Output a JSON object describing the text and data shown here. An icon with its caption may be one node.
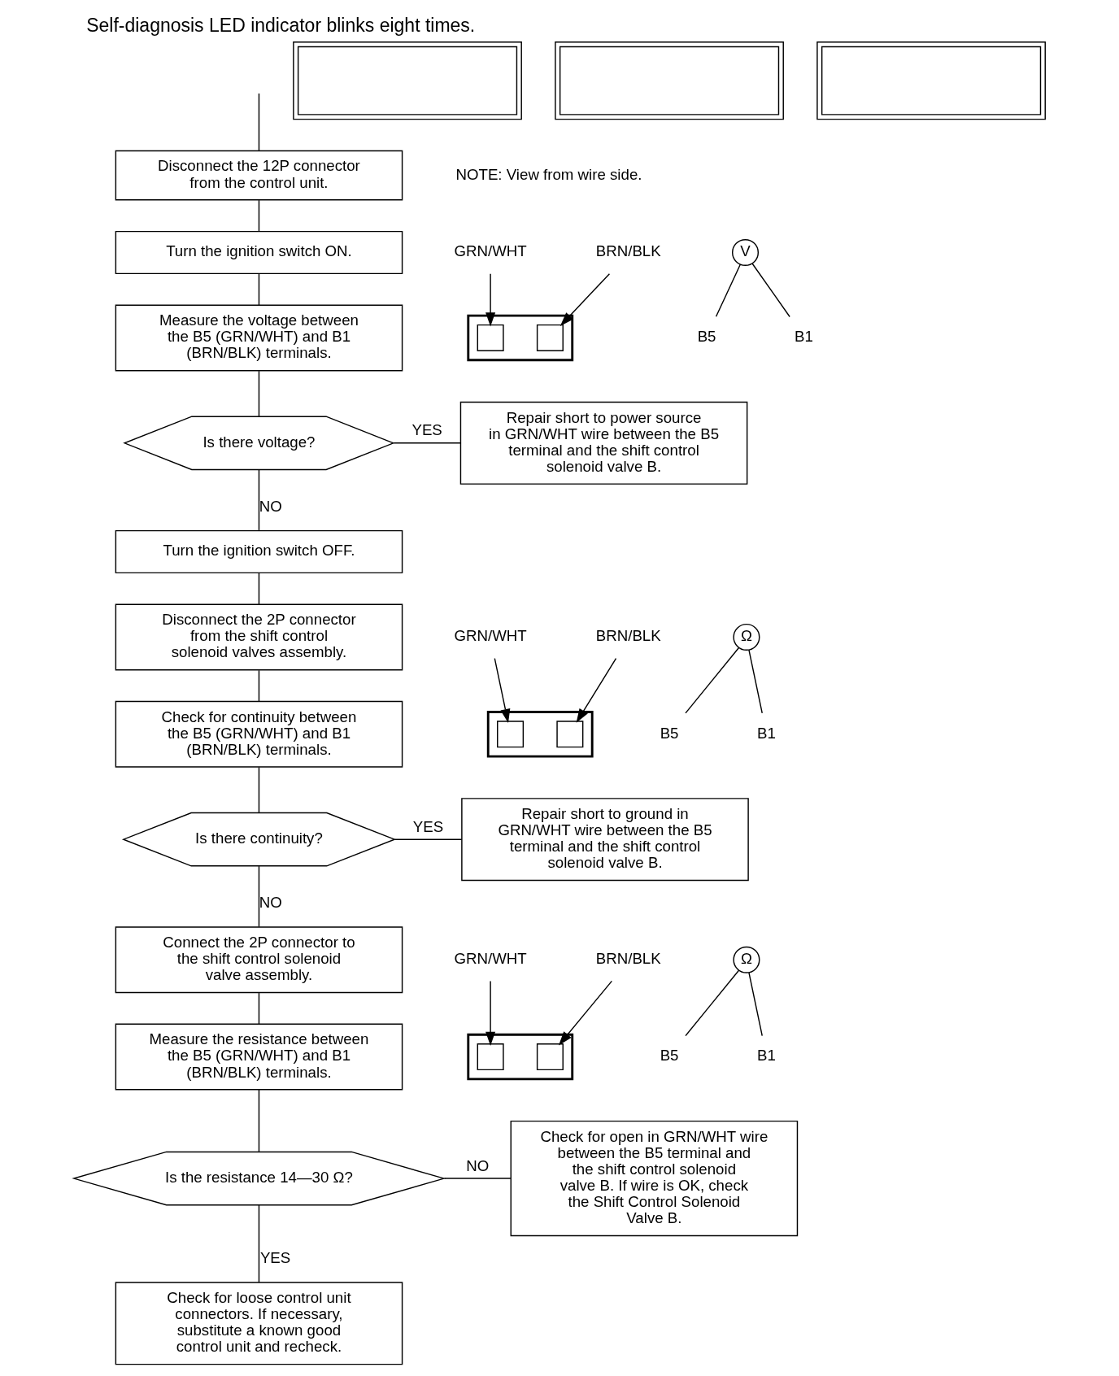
{
  "diagram": {
    "title": "Self-diagnosis LED indicator blinks eight times.",
    "nodes": [
      {
        "text": [
          "Disconnect the 12P connector from the control unit."
        ]
      },
      {
        "text": [
          "Turn the ignition switch ON."
        ]
      },
      {
        "text": [
          "Measure the voltage between the B5 (GRN/WHT) and B1 (BRN/BLK) terminals."
        ]
      },
      {
        "text": [
          "Is there voltage?"
        ]
      },
      {
        "text": [
          "Repair short to power source in GRN/WHT wire between the B5 terminal and the shift control solenoid valve B."
        ]
      },
      {
        "text": [
          "Turn the ignition switch OFF."
        ]
      },
      {
        "text": [
          "Disconnect the 2P connector from the shift control solenoid valves assembly."
        ]
      },
      {
        "text": [
          "Check for continuity between the B5 (GRN/WHT) and B1 (BRN/BLK) terminals."
        ]
      },
      {
        "text": [
          "Is there continuity?"
        ]
      },
      {
        "text": [
          "Repair short to ground in GRN/WHT wire between the B5 terminal and the shift control solenoid valve B."
        ]
      },
      {
        "text": [
          "Connect the 2P connector to the shift control solenoid valve assembly."
        ]
      },
      {
        "text": [
          "Measure the resistance between the B5 (GRN/WHT) and B1 (BRN/BLK) terminals."
        ]
      },
      {
        "text": [
          "Is the resistance 14—30 Ω?"
        ]
      },
      {
        "text": [
          "Check for loose control unit connectors. If necessary, substitute a known good control unit and recheck."
        ]
      },
      {
        "text": [
          "Check for open in GRN/WHT wire between the B5 terminal and the shift control solenoid valve B. If wire is OK, check the Shift Control Solenoid Valve B."
        ]
      },
      {
        "text": [
          "GRN/WHT"
        ]
      },
      {
        "text": [
          "B5"
        ]
      },
      {
        "text": [
          "V"
        ]
      },
      {
        "text": [
          "B1"
        ]
      },
      {
        "text": [
          "BRN/BLK"
        ]
      },
      {
        "text": [],
        "shape": "box"
      },
      {
        "text": [],
        "shape": "box"
      },
      {
        "text": [],
        "shape": "box",
        "in": 21
      },
      {
        "text": [],
        "shape": "box",
        "in": 21
      },
      {
        "text": [
          "GRN/WHT"
        ]
      },
      {
        "text": [
          "B5"
        ]
      },
      {
        "text": [
          "Ω"
        ]
      },
      {
        "text": [
          "B1"
        ]
      },
      {
        "text": [
          "BRN/BLK"
        ]
      },
      {
        "text": [],
        "shape": "box"
      },
      {
        "text": [],
        "shape": "box"
      },
      {
        "text": [],
        "shape": "box",
        "in": 30
      },
      {
        "text": [],
        "shape": "box",
        "in": 30
      },
      {
        "text": [
          "GRN/WHT"
        ]
      },
      {
        "text": [
          "B5"
        ]
      },
      {
        "text": [
          "Ω"
        ]
      },
      {
        "text": [
          "B1"
        ]
      },
      {
        "text": [
          "BRN/BLK"
        ]
      },
      {
        "text": [],
        "shape": "box"
      },
      {
        "text": [],
        "shape": "box"
      },
      {
        "text": [],
        "shape": "box",
        "in": 39
      },
      {
        "text": [],
        "shape": "box",
        "in": 39
      }
    ],
    "edges": [
      {
        "from": null,
        "to": 0,
        "arrow": "none"
      },
      {
        "from": 0,
        "to": 1,
        "arrow": "none"
      },
      {
        "from": 1,
        "to": 2,
        "arrow": "none"
      },
      {
        "from": 2,
        "to": 3,
        "arrow": "none"
      },
      {
        "from": 3,
        "to": 4,
        "arrow": "none",
        "label": "YES"
      },
      {
        "from": 3,
        "to": 5,
        "arrow": "none",
        "label": "NO"
      },
      {
        "from": 5,
        "to": 6,
        "arrow": "none"
      },
      {
        "from": 6,
        "to": 7,
        "arrow": "none"
      },
      {
        "from": 7,
        "to": 8,
        "arrow": "none"
      },
      {
        "from": 8,
        "to": 9,
        "arrow": "none",
        "label": "YES"
      },
      {
        "from": 8,
        "to": 10,
        "arrow": "none",
        "label": "NO"
      },
      {
        "from": 10,
        "to": 11,
        "arrow": "none"
      },
      {
        "from": 11,
        "to": 12,
        "arrow": "none"
      },
      {
        "from": 12,
        "to": 14,
        "arrow": "none",
        "label": "NO"
      },
      {
        "from": 12,
        "to": 13,
        "arrow": "none",
        "label": "YES"
      },
      {
        "from": 17,
        "to": 16,
        "arrow": "none"
      },
      {
        "from": 17,
        "to": 18,
        "arrow": "none"
      },
      {
        "from": 15,
        "to": 22,
        "arrow": "to"
      },
      {
        "from": 19,
        "to": 23,
        "arrow": "to"
      },
      {
        "from": 26,
        "to": 25,
        "arrow": "none"
      },
      {
        "from": 26,
        "to": 27,
        "arrow": "none"
      },
      {
        "from": 24,
        "to": 31,
        "arrow": "to"
      },
      {
        "from": 28,
        "to": 32,
        "arrow": "to"
      },
      {
        "from": 35,
        "to": 34,
        "arrow": "none"
      },
      {
        "from": 35,
        "to": 36,
        "arrow": "none"
      },
      {
        "from": 33,
        "to": 40,
        "arrow": "to"
      },
      {
        "from": 37,
        "to": 41,
        "arrow": "to"
      }
    ],
    "labels": [
      "NOTE: View from wire side."
    ]
  }
}
